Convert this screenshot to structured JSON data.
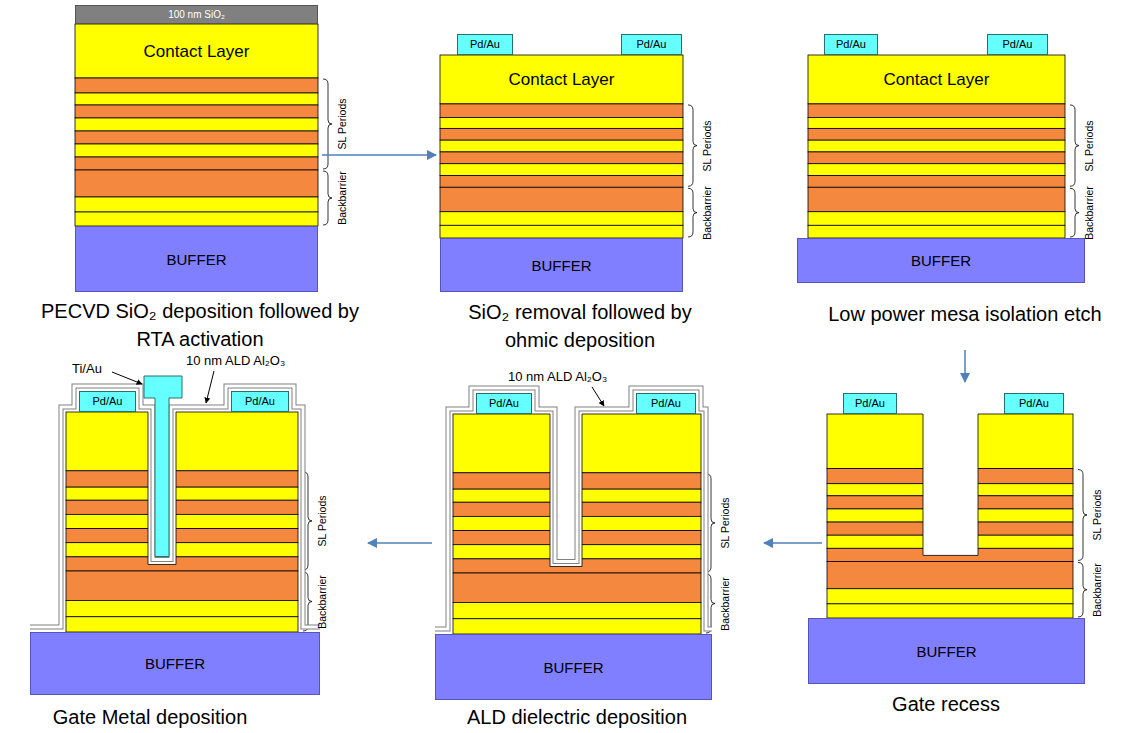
{
  "diagram": {
    "nodes": [
      {
        "text": [
          "100 nm SiO₂"
        ]
      },
      {
        "text": [
          "Contact Layer"
        ]
      },
      {
        "text": [
          "BUFFER"
        ]
      },
      {
        "text": [
          "Pd/Au"
        ]
      },
      {
        "text": [
          "Pd/Au"
        ]
      },
      {
        "text": [
          "Contact Layer"
        ]
      },
      {
        "text": [
          "BUFFER"
        ]
      },
      {
        "text": [
          "Pd/Au"
        ]
      },
      {
        "text": [
          "Pd/Au"
        ]
      },
      {
        "text": [
          "Contact Layer"
        ]
      },
      {
        "text": [
          "BUFFER"
        ]
      },
      {
        "text": [
          "Pd/Au"
        ]
      },
      {
        "text": [
          "Pd/Au"
        ]
      },
      {
        "text": [
          "BUFFER"
        ]
      },
      {
        "text": [
          "Pd/Au"
        ]
      },
      {
        "text": [
          "Pd/Au"
        ]
      },
      {
        "text": [
          "BUFFER"
        ]
      },
      {
        "text": [
          "Pd/Au"
        ]
      },
      {
        "text": [
          "Pd/Au"
        ]
      },
      {
        "text": [
          "BUFFER"
        ]
      }
    ],
    "labels": [
      "PECVD SiO₂ deposition followed by RTA activation",
      "SiO₂ removal followed by ohmic deposition",
      "Low power mesa isolation etch",
      "Gate Metal deposition",
      "ALD dielectric deposition",
      "Gate recess",
      "SL Periods",
      "Backbarrier",
      "SL Periods",
      "Backbarrier",
      "SL Periods",
      "Backbarrier",
      "SL Periods",
      "Backbarrier",
      "SL Periods",
      "Backbarrier",
      "SL Periods",
      "Backbarrier",
      "Ti/Au",
      "10 nm ALD Al₂O₃",
      "10 nm ALD Al₂O₃"
    ]
  }
}
